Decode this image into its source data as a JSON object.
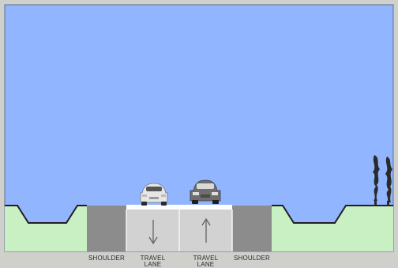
{
  "colors": {
    "frame": "#cfcfcb",
    "sky": "#92b5ff",
    "sky_border": "#5f6f8a",
    "grass": "#c9f0c3",
    "grass_outline": "#1f1f1f",
    "shoulder": "#8c8c8c",
    "travel_lane": "#d2d2d2",
    "pavement_edge": "#ffffff",
    "lane_line": "#f4f4f4",
    "arrow": "#5a5a5a",
    "tree": "#2a2a2a"
  },
  "lanes": [
    {
      "id": "left-shoulder",
      "type": "shoulder",
      "label": "SHOULDER",
      "label_line2": "",
      "arrow": "none"
    },
    {
      "id": "travel-lane-1",
      "type": "travel_lane",
      "label": "TRAVEL",
      "label_line2": "LANE",
      "arrow": "down"
    },
    {
      "id": "travel-lane-2",
      "type": "travel_lane",
      "label": "TRAVEL",
      "label_line2": "LANE",
      "arrow": "up"
    },
    {
      "id": "right-shoulder",
      "type": "shoulder",
      "label": "SHOULDER",
      "label_line2": "",
      "arrow": "none"
    }
  ],
  "vehicles": [
    {
      "id": "car-1",
      "icon": "car-rear-icon",
      "lane": "travel-lane-1",
      "color": "#e6e6e6"
    },
    {
      "id": "car-2",
      "icon": "car-front-icon",
      "lane": "travel-lane-2",
      "color": "#6e6e6e"
    }
  ],
  "trees": [
    {
      "id": "tree-1",
      "icon": "tree-icon"
    },
    {
      "id": "tree-2",
      "icon": "tree-icon"
    }
  ]
}
